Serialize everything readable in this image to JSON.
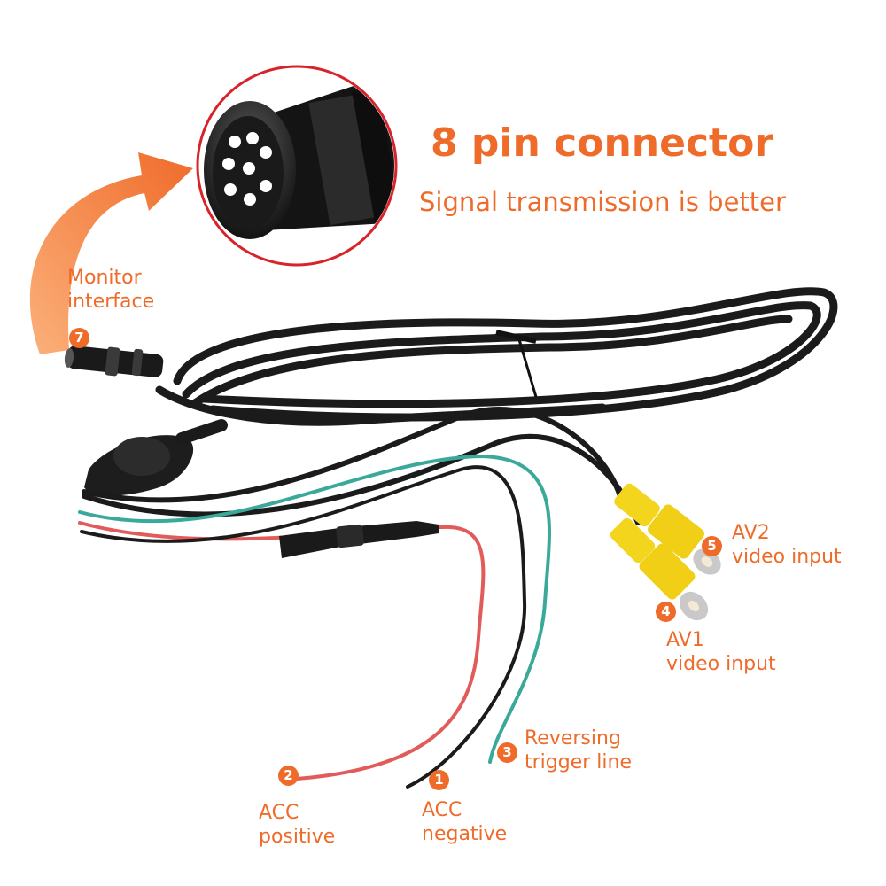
{
  "colors": {
    "accent": "#ef6b2a",
    "cable": "#1b1b1b",
    "wire_red": "#e25b5b",
    "wire_green": "#3aa99a",
    "rca_yellow": "#f2d51c"
  },
  "headline": "8 pin connector",
  "tagline": "Signal transmission is better",
  "callouts": [
    {
      "key": "monitor",
      "badge": "7",
      "lines": [
        "Monitor",
        "interface"
      ]
    },
    {
      "key": "av2",
      "badge": "5",
      "lines": [
        "AV2",
        "video input"
      ]
    },
    {
      "key": "av1",
      "badge": "4",
      "lines": [
        "AV1",
        "video input"
      ]
    },
    {
      "key": "reversing",
      "badge": "3",
      "lines": [
        "Reversing",
        "trigger line"
      ]
    },
    {
      "key": "acc_positive",
      "badge": "2",
      "lines": [
        "ACC",
        "positive"
      ]
    },
    {
      "key": "acc_negative",
      "badge": "1",
      "lines": [
        "ACC",
        "negative"
      ]
    }
  ],
  "icons": {
    "arrow": "curved-arrow-icon",
    "connector": "8-pin-connector-closeup"
  }
}
